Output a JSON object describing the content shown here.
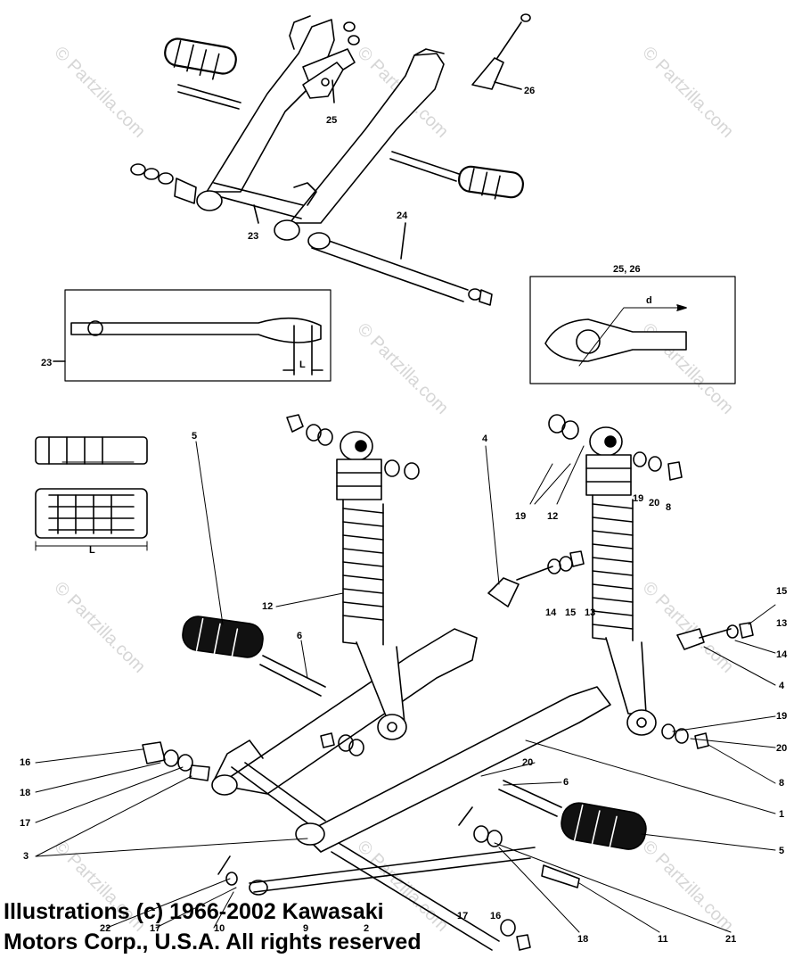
{
  "colors": {
    "ink": "#000000",
    "watermark": "#cfcfcf",
    "paper": "#ffffff"
  },
  "watermark_text": "© Partzilla.com",
  "inset_upper_label": "25, 26",
  "inset_upper_dim": "d",
  "inset_lower_dim": "L",
  "grip_dim": "L",
  "callouts": {
    "c1": "1",
    "c2": "2",
    "c3": "3",
    "c4a": "4",
    "c4b": "4",
    "c5a": "5",
    "c5b": "5",
    "c6a": "6",
    "c6b": "6",
    "c8a": "8",
    "c8b": "8",
    "c9": "9",
    "c10": "10",
    "c11": "11",
    "c12a": "12",
    "c12b": "12",
    "c13a": "13",
    "c13b": "13",
    "c14a": "14",
    "c14b": "14",
    "c15a": "15",
    "c15b": "15",
    "c16a": "16",
    "c16b": "16",
    "c17a": "17",
    "c17b": "17",
    "c17c": "17",
    "c18a": "18",
    "c18b": "18",
    "c19a": "19",
    "c19b": "19",
    "c19c": "19",
    "c20a": "20",
    "c20b": "20",
    "c20c": "20",
    "c21": "21",
    "c22": "22",
    "c23a": "23",
    "c23b": "23",
    "c24": "24",
    "c25": "25",
    "c26": "26"
  },
  "copyright": {
    "line1": "Illustrations (c) 1966-2002 Kawasaki",
    "line2": "Motors Corp., U.S.A.  All rights reserved"
  }
}
